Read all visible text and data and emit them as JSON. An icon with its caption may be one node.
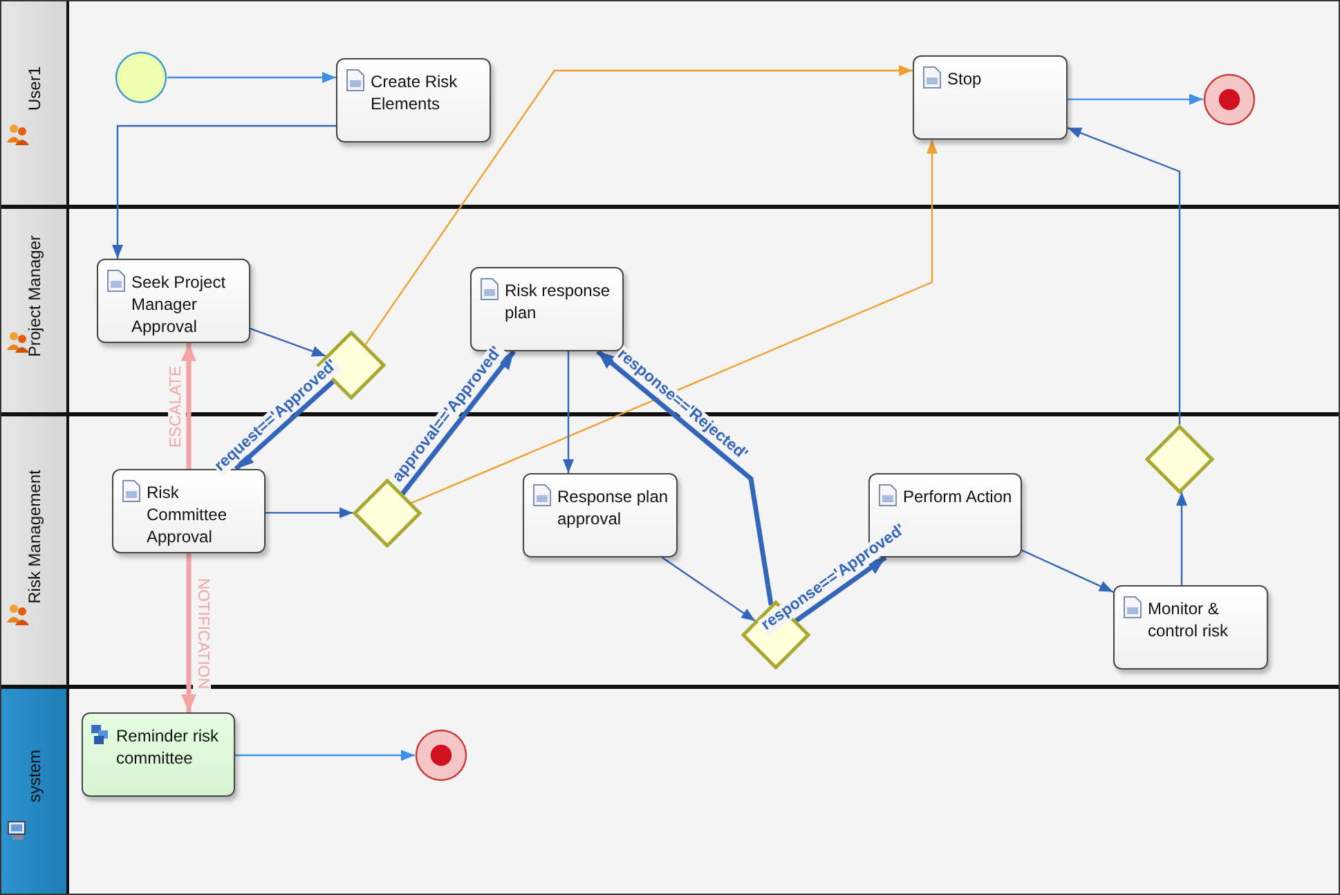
{
  "diagram": {
    "nodes": [
      {
        "text": [
          "User1"
        ]
      },
      {
        "text": [
          "Project Manager"
        ]
      },
      {
        "text": [
          "Risk Management"
        ]
      },
      {
        "text": [
          "system"
        ]
      },
      {
        "text": [],
        "shape": "circle",
        "in": 0
      },
      {
        "text": [
          "Create Risk Elements"
        ],
        "in": 0
      },
      {
        "text": [
          "Stop"
        ],
        "in": 0
      },
      {
        "text": [],
        "shape": "circle",
        "in": 0
      },
      {
        "text": [
          "Seek Project Manager Approval"
        ],
        "in": 1
      },
      {
        "text": [],
        "shape": "diamond",
        "in": 1
      },
      {
        "text": [
          "Risk response plan"
        ],
        "in": 1
      },
      {
        "text": [
          "Risk Committee Approval"
        ],
        "in": 2
      },
      {
        "text": [],
        "shape": "diamond",
        "in": 2
      },
      {
        "text": [
          "Response plan approval"
        ],
        "in": 2
      },
      {
        "text": [],
        "shape": "diamond",
        "in": 2
      },
      {
        "text": [
          "Perform Action"
        ],
        "in": 2
      },
      {
        "text": [],
        "shape": "diamond",
        "in": 2
      },
      {
        "text": [
          "Monitor & control risk"
        ],
        "in": 2
      },
      {
        "text": [
          "Reminder risk committee"
        ],
        "in": 3
      },
      {
        "text": [],
        "shape": "circle",
        "in": 3
      }
    ],
    "edges": [
      {
        "from": 4,
        "to": 5,
        "arrow": "to",
        "color": "#3c8ee6"
      },
      {
        "from": 5,
        "to": 8,
        "arrow": "to"
      },
      {
        "from": 8,
        "to": 9,
        "arrow": "to"
      },
      {
        "from": 9,
        "to": 11,
        "arrow": "to",
        "label": "request=='Approved'",
        "style": "thick"
      },
      {
        "from": 11,
        "to": 12,
        "arrow": "to"
      },
      {
        "from": 12,
        "to": 10,
        "arrow": "to",
        "label": "approval=='Approved'",
        "style": "thick"
      },
      {
        "from": 12,
        "to": 6,
        "arrow": "to",
        "color": "#f0a030"
      },
      {
        "from": 9,
        "to": 6,
        "arrow": "to",
        "color": "#f0a030"
      },
      {
        "from": 10,
        "to": 13,
        "arrow": "to"
      },
      {
        "from": 13,
        "to": 14,
        "arrow": "to"
      },
      {
        "from": 14,
        "to": 10,
        "arrow": "to",
        "label": "response=='Rejected'",
        "style": "thick"
      },
      {
        "from": 14,
        "to": 15,
        "arrow": "to",
        "label": "response=='Approved'",
        "style": "thick"
      },
      {
        "from": 15,
        "to": 17,
        "arrow": "to"
      },
      {
        "from": 17,
        "to": 16,
        "arrow": "to"
      },
      {
        "from": 16,
        "to": 6,
        "arrow": "to"
      },
      {
        "from": 6,
        "to": 7,
        "arrow": "to",
        "color": "#3c8ee6"
      },
      {
        "from": 11,
        "to": 8,
        "arrow": "to",
        "label": "ESCALATE",
        "style": "thick",
        "color": "#f4a4a4"
      },
      {
        "from": 11,
        "to": 18,
        "arrow": "to",
        "label": "NOTIFICATION",
        "style": "thick",
        "color": "#f4a4a4"
      },
      {
        "from": 18,
        "to": 19,
        "arrow": "to",
        "color": "#3c8ee6"
      }
    ]
  }
}
